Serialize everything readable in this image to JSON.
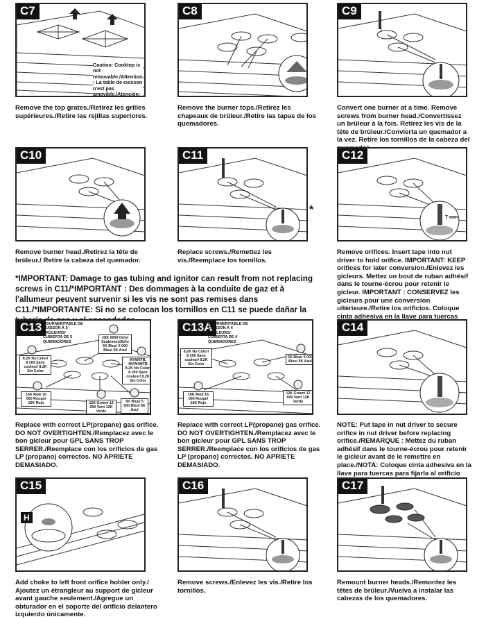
{
  "steps": {
    "c7": {
      "label": "C7",
      "caption": "Remove the top grates./Retirez les grilles supérieures./Retire las rejillas superiores.",
      "caution": "Caution: Cooktop is not removable./Attention : La table de cuisson n'est pas amovible./Atención: La cubierta no es removible."
    },
    "c8": {
      "label": "C8",
      "caption": "Remove the burner tops./Retirez les chapeaux de brûleur./Retire las tapas de los quemadores."
    },
    "c9": {
      "label": "C9",
      "caption": "Convert one burner at a time. Remove screws from burner head./Convertissez un brûleur à la fois. Retirez les vis de la tête de brûleur./Convierta un quemador a la vez. Retire los tornillos de la cabeza del quemador."
    },
    "c10": {
      "label": "C10",
      "caption": "Remove burner head./Retirez la tête de brûleur./ Retire la cabeza del quemador."
    },
    "c11": {
      "label": "C11",
      "caption": "Replace screws./Remettez les vis./Reemplace los tornillos.",
      "asterisk": "*"
    },
    "c12": {
      "label": "C12",
      "caption": "Remove orifices. Insert tape into nut driver to hold orifice. IMPORTANT: KEEP orifices for later conversion./Enlevez les gicleurs. Mettez un bout de ruban adhésif dans le tourne-écrou pour retenir le gicleur. IMPORTANT : CONSERVEZ les gicleurs pour une conversion ultérieure./Retire los orificios. Coloque cinta adhesiva en la llave para tuercas para sostener el orificio. IMPORTANTE: GUARDE los orificios para posteriores conversiones.",
      "mm": "7 mm"
    },
    "c13": {
      "label": "C13",
      "caption": "Replace with correct LP(propane) gas orifice. DO NOT OVERTIGHTEN./Remplacez avec le bon gicleur pour GPL SANS TROP SERRER./Reemplace con los orificios de gas LP (propano) correctos. NO APRIETE DEMASIADO.",
      "side": "5 BURNER/TABLE DE CUISSON À 5 BRÛLEURS/ CUBIERTA DE 5 QUEMADORES",
      "tags": [
        "8.2K No Color/ 8 200 Sans couleur/ 8,2K Sin Color",
        "JSK 6000 Only/ Seulement/Sólo 5K Blue/ 5 000 Bleu/ 5K Azul",
        "MVW6TB, MVW4MTB 8.2K No Color/ 8 200 Sans couleur/ 8,2K Sin Color",
        "16K Red/ 16 000 Rouge/ 16K Rojo",
        "12K Green/ 12 000 Vert/ 12K Verde",
        "5K Blue/ 5 000 Bleu/ 5K Azul"
      ]
    },
    "c13a": {
      "label": "C13A",
      "caption": "Replace with correct LP(propane) gas orifice. DO NOT OVERTIGHTEN./Remplacez avec le bon gicleur pour GPL SANS TROP SERRER./Reemplace con los orificios de gas LP (propano) correctos. NO APRIETE DEMASIADO.",
      "side": "4 BURNER/TABLE DE CUISSON À 4 BRÛLEURS/ CUBIERTA DE 4 QUEMADORES",
      "tags": [
        "8.2K No Color/ 8 200 Sans couleur/ 8,2K Sin Color",
        "5K Blue/ 5 000 Bleu/ 5K Azul",
        "16K Red/ 16 000 Rouge/ 16K Rojo",
        "12K Green/ 12 000 Vert/ 12K Verde"
      ]
    },
    "c14": {
      "label": "C14",
      "caption": "NOTE: Put tape in nut driver to secure orifice in nut driver before replacing orifice./REMARQUE : Mettez du ruban adhésif dans le tourne-écrou pour retenir le gicleur avant de le remettre en place./NOTA: Coloque cinta adhesiva en la llave para tuercas para fijarla al orificio antes de reemplazarlo."
    },
    "c15": {
      "label": "C15",
      "caption": "Add choke to left front orifice holder only./ Ajoutez un étrangleur au support de gicleur avant gauche seulement./Agregue un obturador en el soporte del orificio delantero izquierdo únicamente.",
      "h": "H"
    },
    "c16": {
      "label": "C16",
      "caption": "Remove screws./Enlevez les vis./Retire los tornillos."
    },
    "c17": {
      "label": "C17",
      "caption": "Remount burner heads./Remontez les têtes de brûleur./Vuelva a instalar las cabezas de los quemadores."
    }
  },
  "important_note": "*IMPORTANT: Damage to gas tubing and ignitor can result from not replacing screws in C11/*IMPORTANT : Des dommages à la conduite de gaz et à l'allumeur peuvent survenir si les vis ne sont pas remises dans C11./*IMPORTANTE: Si no se colocan los tornillos en C11 se puede dañar la tubería de gas y el encendedor."
}
